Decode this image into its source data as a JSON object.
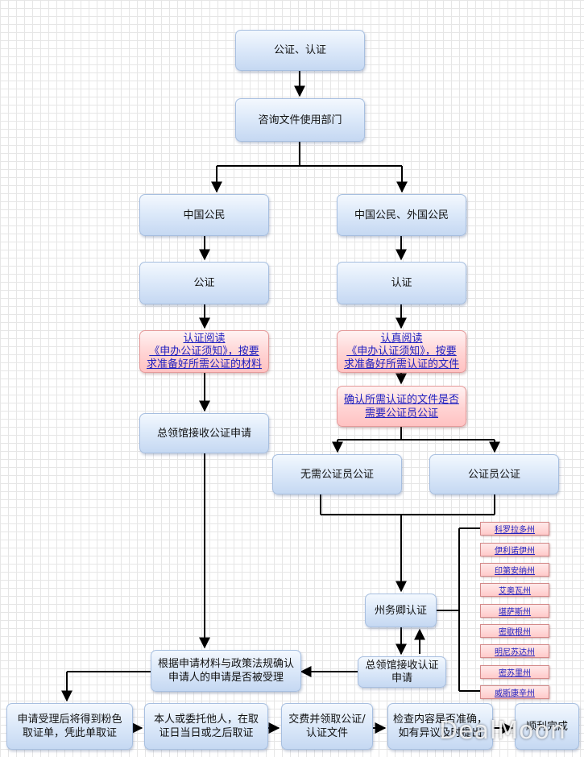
{
  "nodes": {
    "top": "公证、认证",
    "consult": "咨询文件使用部门",
    "cn_citizen": "中国公民",
    "cn_foreign": "中国公民、外国公民",
    "notarize": "公证",
    "authenticate": "认证",
    "read_notary": {
      "l1": "认证阅读",
      "l2": "《申办公证须知》，按要",
      "l3": "求准备好所需公证的材料"
    },
    "read_auth": {
      "l1": "认真阅读",
      "l2": "《申办认证须知》，按要",
      "l3": "求准备好所需认证的文件"
    },
    "confirm": {
      "l1": "确认所需认证的文件是否",
      "l2": "需要公证员公证"
    },
    "consulate_notary": "总领馆接收公证申请",
    "no_notary": "无需公证员公证",
    "need_notary": "公证员公证",
    "state_sec": "州务卿认证",
    "consulate_auth": {
      "l1": "总领馆接收认证",
      "l2": "申请"
    },
    "review": {
      "l1": "根据申请材料与政策法规确认",
      "l2": "申请人的申请是否被受理"
    },
    "step1": {
      "l1": "申请受理后将得到粉色",
      "l2": "取证单，凭此单取证"
    },
    "step2": {
      "l1": "本人或委托他人，在取",
      "l2": "证日当日或之后取证"
    },
    "step3": {
      "l1": "交费并领取公证/",
      "l2": "认证文件"
    },
    "step4": {
      "l1": "检查内容是否准确，",
      "l2": "如有异议及时提出"
    },
    "step5": "顺利完成"
  },
  "states": [
    "科罗拉多州",
    "伊利诺伊州",
    "印第安纳州",
    "艾奥瓦州",
    "堪萨斯州",
    "密歇根州",
    "明尼苏达州",
    "密苏里州",
    "威斯康辛州"
  ],
  "watermark": "DealMoon"
}
